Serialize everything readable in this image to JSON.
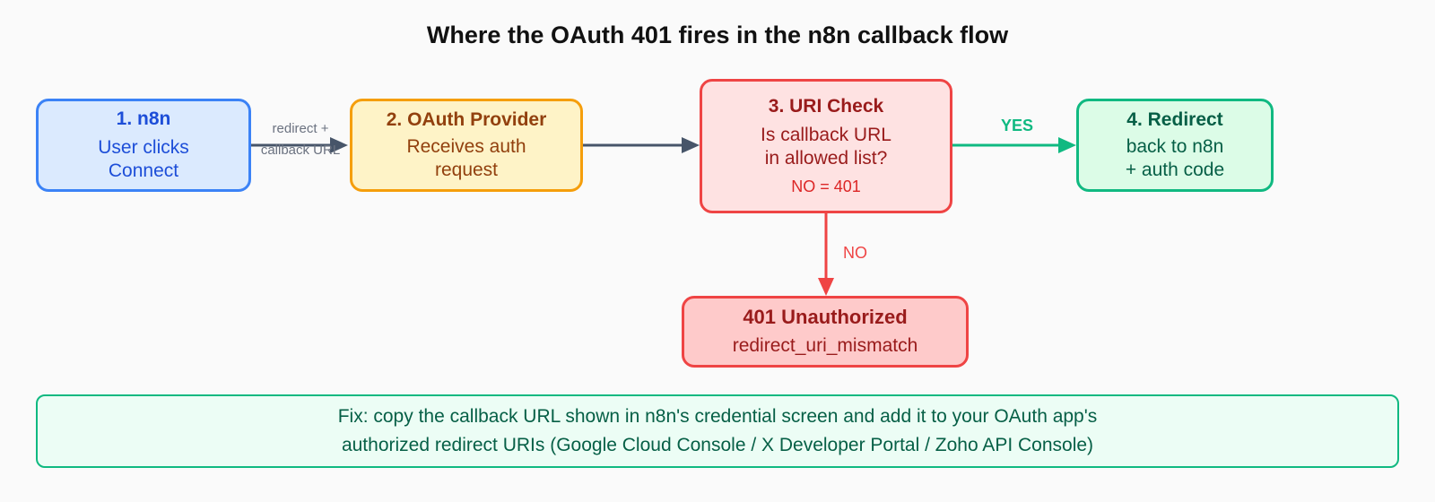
{
  "title": "Where the OAuth 401 fires in the n8n callback flow",
  "nodes": {
    "n8n": {
      "heading": "1. n8n",
      "line1": "User clicks",
      "line2": "Connect"
    },
    "provider": {
      "heading": "2. OAuth Provider",
      "line1": "Receives auth",
      "line2": "request"
    },
    "uri_check": {
      "heading": "3. URI Check",
      "line1": "Is callback URL",
      "line2": "in allowed list?",
      "note": "NO = 401"
    },
    "redirect": {
      "heading": "4. Redirect",
      "line1": "back to n8n",
      "line2": "+ auth code"
    },
    "unauthorized": {
      "heading": "401 Unauthorized",
      "line1": "redirect_uri_mismatch"
    }
  },
  "edges": {
    "n8n_to_provider": {
      "line1": "redirect +",
      "line2": "callback URL"
    },
    "check_to_redirect": {
      "label": "YES"
    },
    "check_to_401": {
      "label": "NO"
    }
  },
  "fix": {
    "line1": "Fix: copy the callback URL shown in n8n's credential screen and add it to your OAuth app's",
    "line2": "authorized redirect URIs (Google Cloud Console / X Developer Portal / Zoho API Console)"
  },
  "colors": {
    "n8n": "#3b82f6",
    "provider": "#f59e0b",
    "uri_check": "#ef4444",
    "redirect": "#10b981",
    "unauthorized": "#ef4444",
    "arrow": "#475569"
  }
}
